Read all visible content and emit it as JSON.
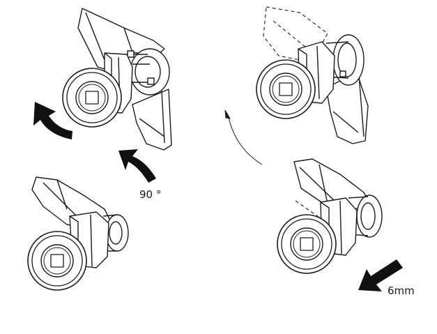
{
  "labels": {
    "rotation_angle": "90 °",
    "push_depth": "6mm"
  },
  "colors": {
    "line": "#1a1a1a",
    "arrow_fill": "#111111",
    "background": "#ffffff"
  },
  "icons": [
    "cam-lock-rotated",
    "cam-lock-locked",
    "cam-lock-open",
    "cam-lock-pushed",
    "curved-arrow",
    "straight-arrow"
  ]
}
